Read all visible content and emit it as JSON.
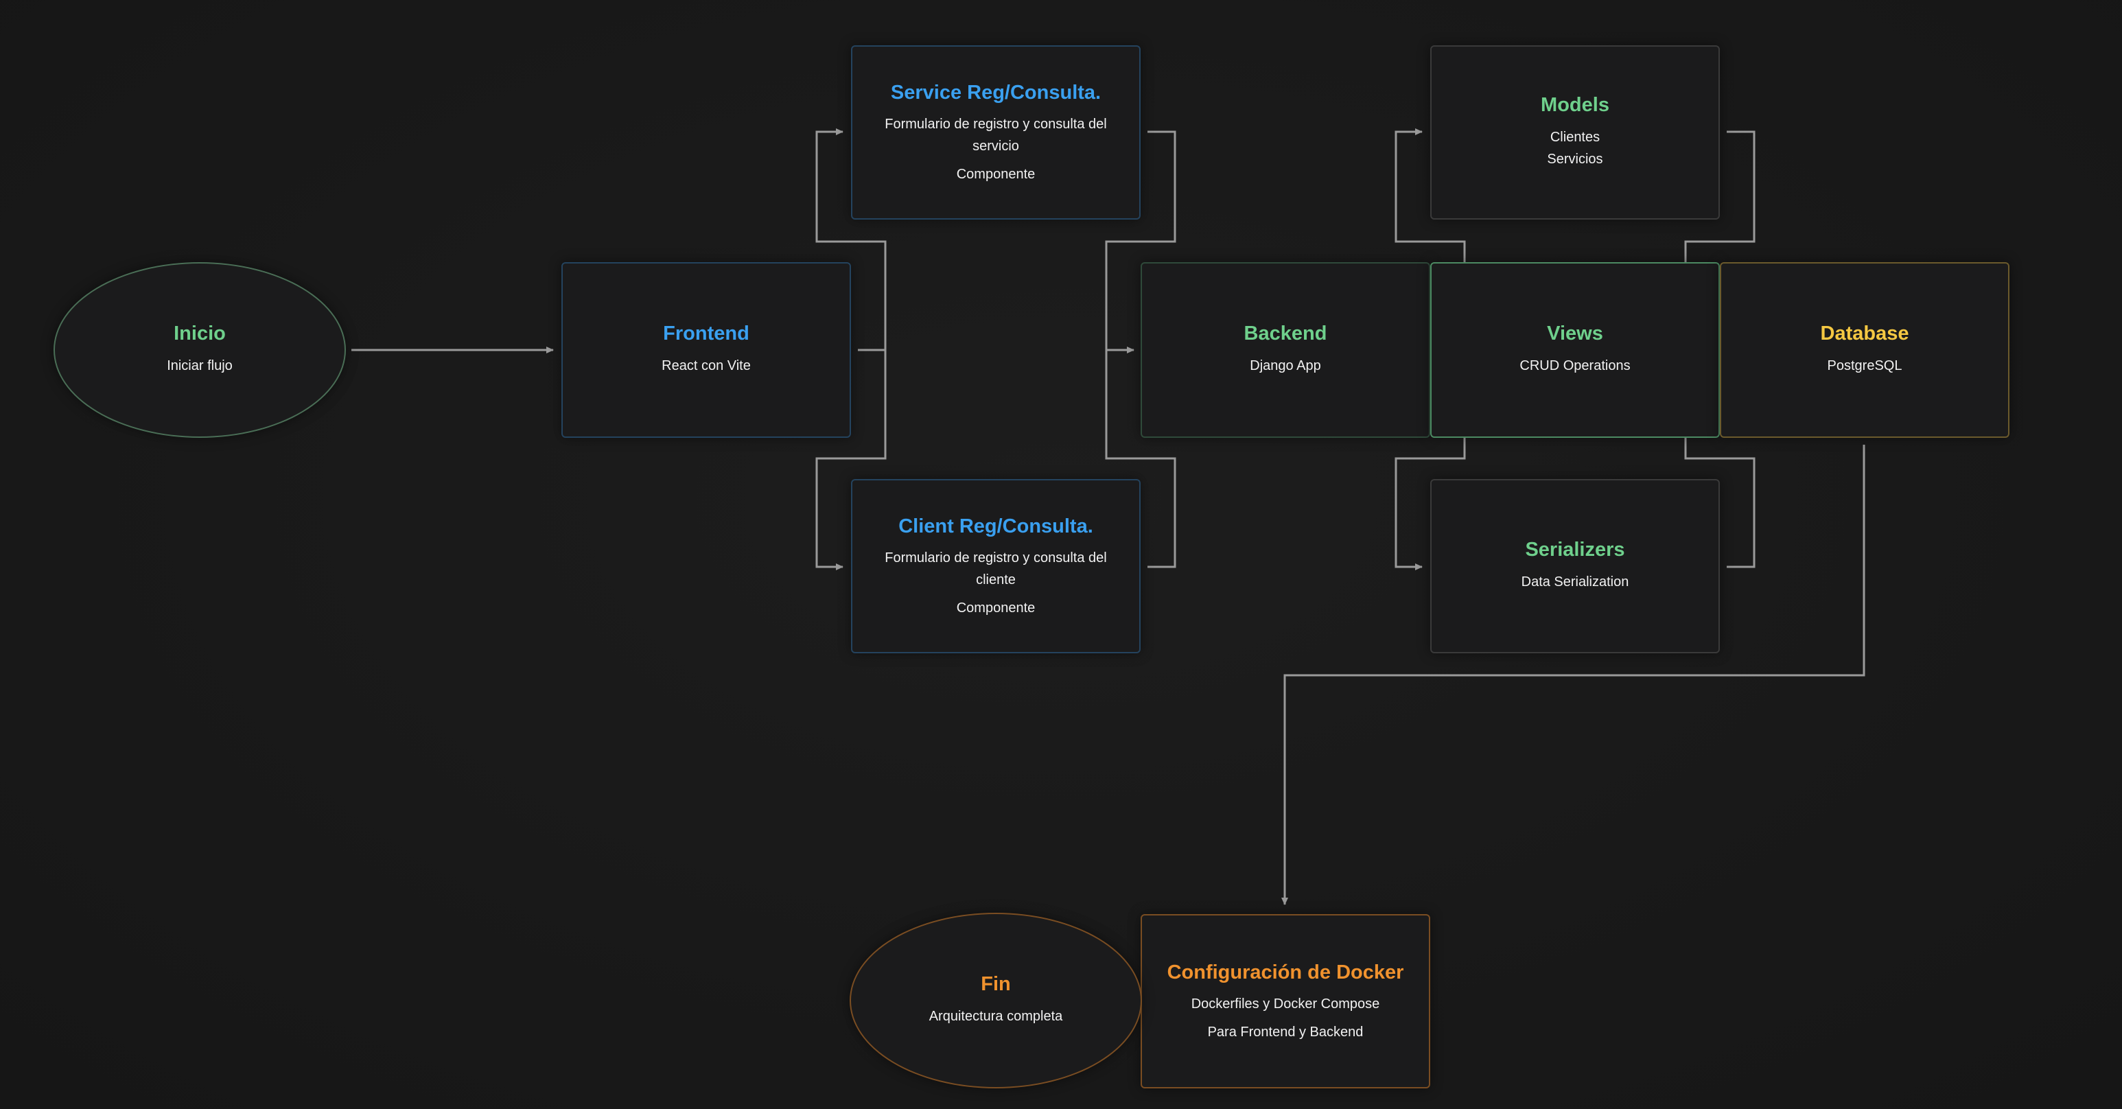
{
  "colors": {
    "background": "#181818",
    "connector": "#9a9a9a",
    "green": "#6fd08c",
    "blue": "#3aa0f0",
    "yellow": "#f5c842",
    "orange": "#f0922e"
  },
  "nodes": {
    "inicio": {
      "title": "Inicio",
      "desc": "Iniciar flujo"
    },
    "frontend": {
      "title": "Frontend",
      "desc": "React con Vite"
    },
    "service": {
      "title": "Service Reg/Consulta.",
      "desc": "Formulario de registro y consulta del servicio",
      "sub": "Componente"
    },
    "client": {
      "title": "Client Reg/Consulta.",
      "desc": "Formulario de registro y consulta del cliente",
      "sub": "Componente"
    },
    "backend": {
      "title": "Backend",
      "desc": "Django App"
    },
    "models": {
      "title": "Models",
      "desc": "Clientes\nServicios"
    },
    "views": {
      "title": "Views",
      "desc": "CRUD Operations"
    },
    "serializers": {
      "title": "Serializers",
      "desc": "Data Serialization"
    },
    "database": {
      "title": "Database",
      "desc": "PostgreSQL"
    },
    "docker": {
      "title": "Configuración de Docker",
      "desc": "Dockerfiles y Docker Compose",
      "sub": "Para Frontend y Backend"
    },
    "fin": {
      "title": "Fin",
      "desc": "Arquitectura completa"
    }
  }
}
